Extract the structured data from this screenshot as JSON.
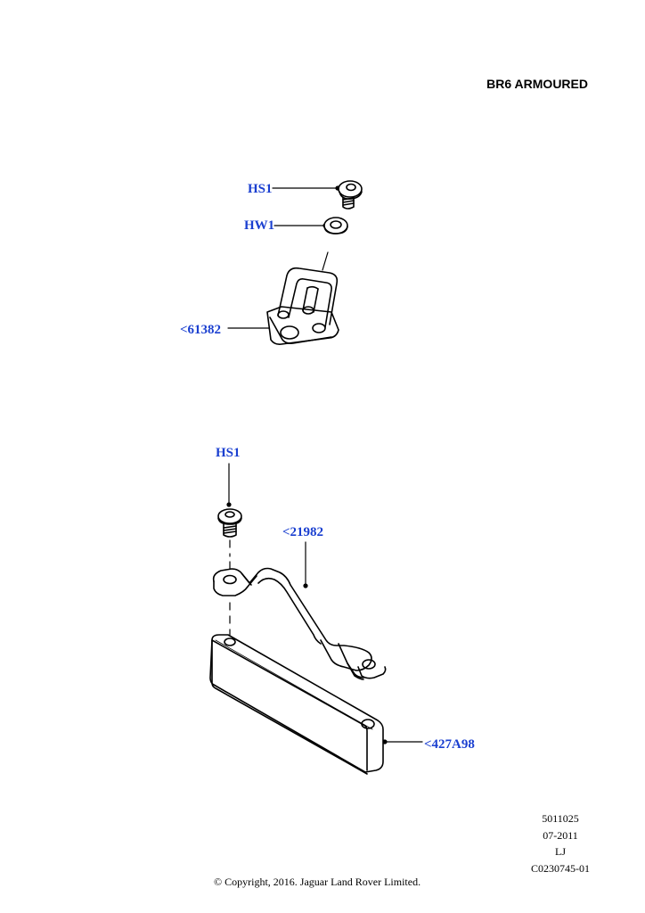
{
  "title": "BR6 ARMOURED",
  "callouts": {
    "hs1_top": "HS1",
    "hw1": "HW1",
    "part_61382": "<61382",
    "hs1_bottom": "HS1",
    "part_21982": "<21982",
    "part_427a98": "<427A98"
  },
  "meta": {
    "line1": "5011025",
    "line2": "07-2011",
    "line3": "LJ",
    "line4": "C0230745-01"
  },
  "copyright": "© Copyright, 2016. Jaguar Land Rover Limited.",
  "colors": {
    "callout": "#1a3fd0",
    "line": "#000000"
  }
}
